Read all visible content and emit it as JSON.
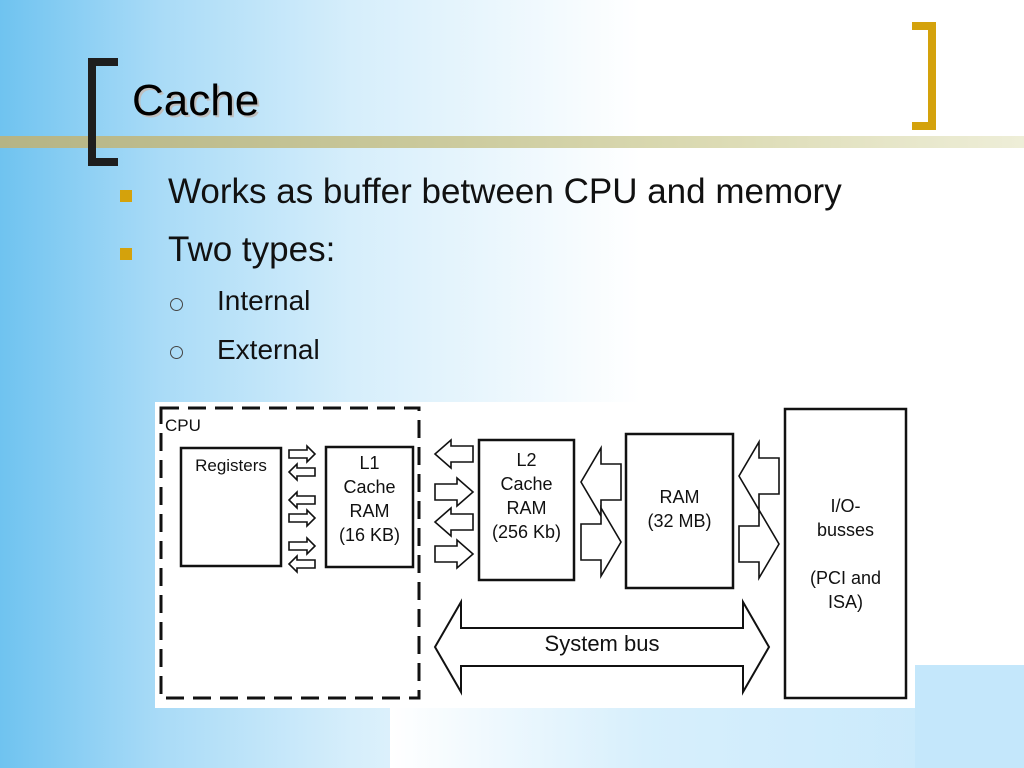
{
  "slide": {
    "title": "Cache",
    "bullets": [
      {
        "text": "Works as buffer between CPU and memory"
      },
      {
        "text": "Two types:"
      }
    ],
    "sub_bullets": [
      {
        "text": "Internal"
      },
      {
        "text": "External"
      }
    ]
  },
  "diagram": {
    "cpu_label": "CPU",
    "registers": "Registers",
    "l1": [
      "L1",
      "Cache",
      "RAM",
      "(16 KB)"
    ],
    "l2": [
      "L2",
      "Cache",
      "RAM",
      "(256 Kb)"
    ],
    "ram": [
      "RAM",
      "(32 MB)"
    ],
    "io": [
      "I/O-",
      "busses",
      "",
      "(PCI and",
      "ISA)"
    ],
    "system_bus": "System bus"
  },
  "colors": {
    "accent_bullet": "#d4a20c",
    "right_bracket": "#d4a20c",
    "left_bracket": "#1e1e1e"
  }
}
